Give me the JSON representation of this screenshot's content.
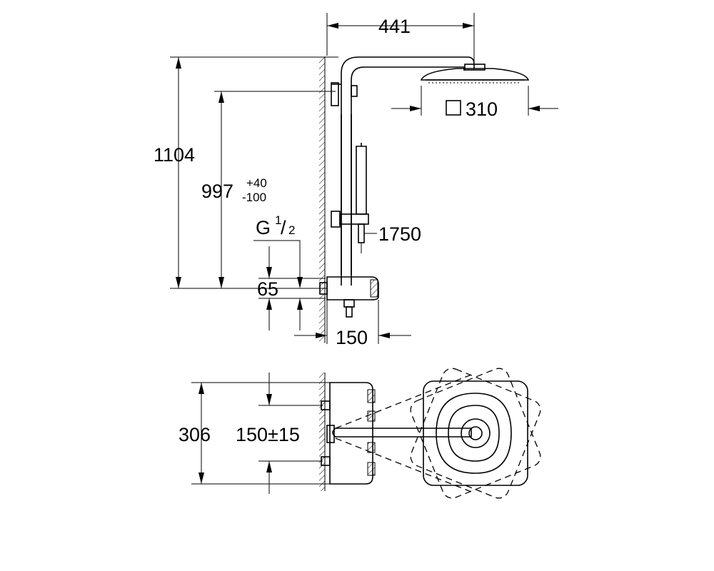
{
  "dimensions": {
    "arm_projection": "441",
    "head_size_symbol": "□",
    "head_size": "310",
    "total_height": "1104",
    "outlet_height": "997",
    "outlet_tolerance_plus": "+40",
    "outlet_tolerance_minus": "-100",
    "thread_prefix": "G",
    "thread_num": "1",
    "thread_den": "2",
    "hose_length": "1750",
    "inlet_spacing_vertical": "65",
    "thermostat_depth": "150",
    "thermostat_width": "306",
    "inlet_centers": "150±15"
  },
  "colors": {
    "line": "#000000",
    "background": "#ffffff"
  }
}
